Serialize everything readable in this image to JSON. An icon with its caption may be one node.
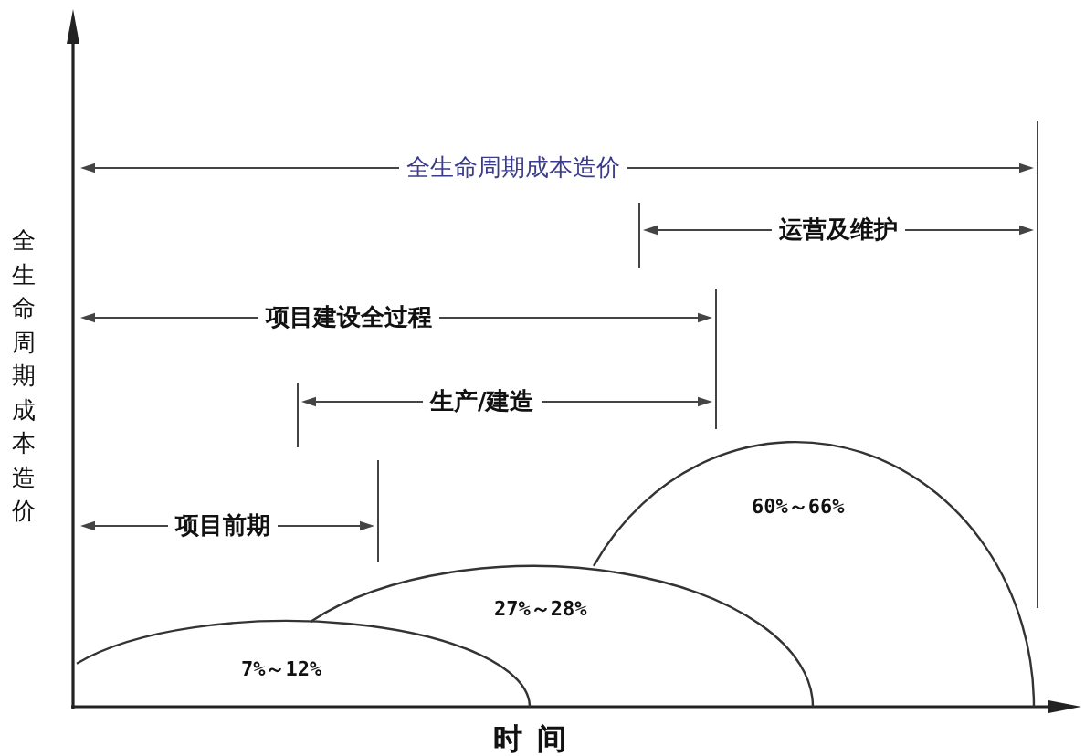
{
  "diagram": {
    "nodes": [
      {
        "text": [
          "7%～12%"
        ]
      },
      {
        "text": [
          "27%～28%"
        ]
      },
      {
        "text": [
          "60%～66%"
        ]
      }
    ],
    "labels": [
      "全生命周期成本造价",
      "运营及维护",
      "项目建设全过程",
      "全生命周期成本造价",
      "生产/建造",
      "项目前期",
      "时间"
    ]
  }
}
